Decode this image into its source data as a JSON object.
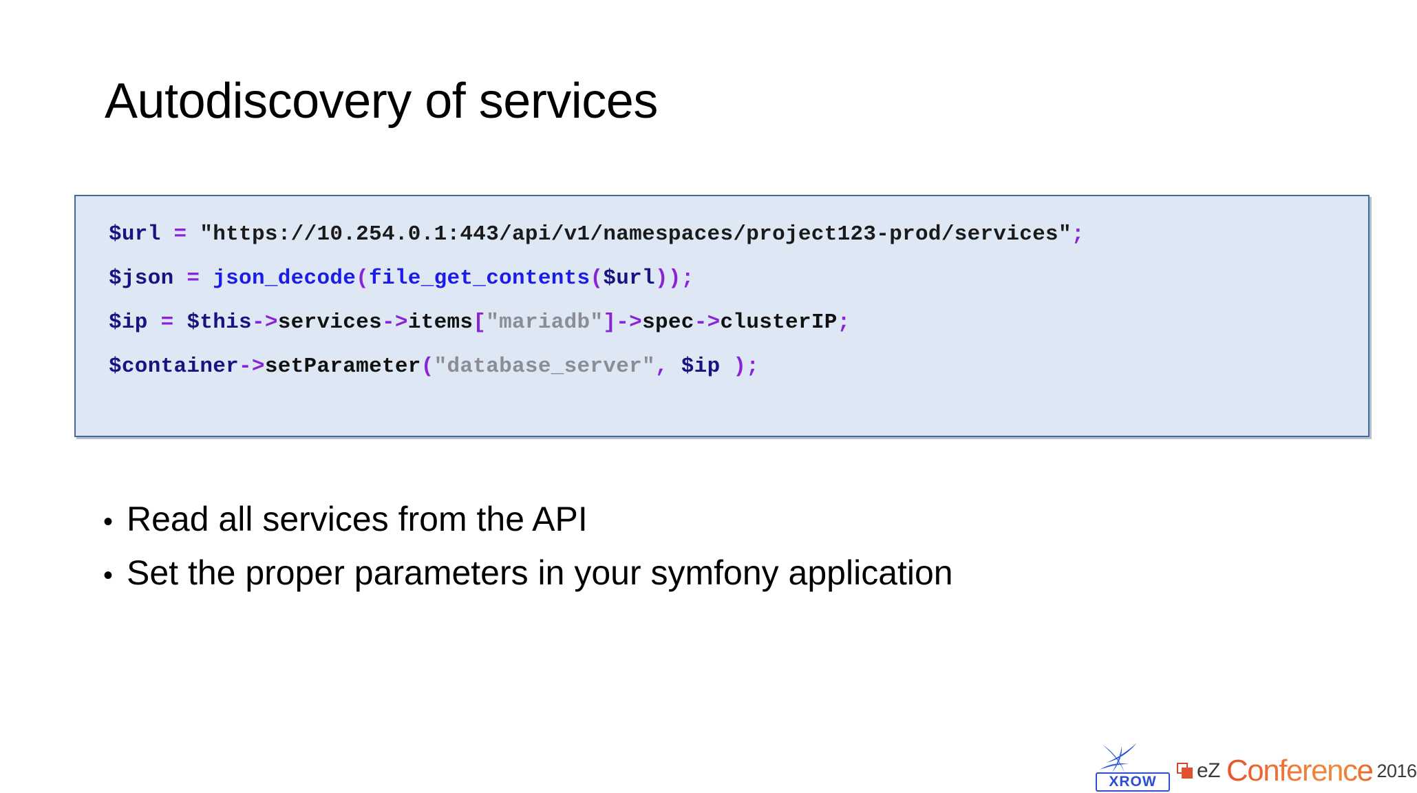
{
  "slide": {
    "title": "Autodiscovery of services",
    "background_color": "#ffffff"
  },
  "code_block": {
    "background_color": "#dee7f4",
    "border_color": "#46699a",
    "language": "php",
    "colors": {
      "variable": "#151580",
      "function": "#1c1ce8",
      "punctuation": "#8a22d8",
      "property": "#111111",
      "string": "#1a1a1a",
      "string_gray": "#8c8c94"
    },
    "lines": [
      {
        "text": "$url = \"https://10.254.0.1:443/api/v1/namespaces/project123-prod/services\";",
        "tokens": [
          {
            "t": "$url",
            "c": "tok-var"
          },
          {
            "t": " ",
            "c": "tok-prop"
          },
          {
            "t": "=",
            "c": "tok-punct"
          },
          {
            "t": " ",
            "c": "tok-prop"
          },
          {
            "t": "\"https://10.254.0.1:443/api/v1/namespaces/project123-prod/services\"",
            "c": "tok-str"
          },
          {
            "t": ";",
            "c": "tok-punct"
          }
        ]
      },
      {
        "text": "$json = json_decode(file_get_contents($url));",
        "tokens": [
          {
            "t": "$json",
            "c": "tok-var"
          },
          {
            "t": " ",
            "c": "tok-prop"
          },
          {
            "t": "=",
            "c": "tok-punct"
          },
          {
            "t": " ",
            "c": "tok-prop"
          },
          {
            "t": "json_decode",
            "c": "tok-fn"
          },
          {
            "t": "(",
            "c": "tok-punct"
          },
          {
            "t": "file_get_contents",
            "c": "tok-fn"
          },
          {
            "t": "(",
            "c": "tok-punct"
          },
          {
            "t": "$url",
            "c": "tok-var"
          },
          {
            "t": "));",
            "c": "tok-punct"
          }
        ]
      },
      {
        "text": "$ip = $this->services->items[\"mariadb\"]->spec->clusterIP;",
        "tokens": [
          {
            "t": "$ip",
            "c": "tok-var"
          },
          {
            "t": " ",
            "c": "tok-prop"
          },
          {
            "t": "=",
            "c": "tok-punct"
          },
          {
            "t": " ",
            "c": "tok-prop"
          },
          {
            "t": "$this",
            "c": "tok-var"
          },
          {
            "t": "->",
            "c": "tok-punct"
          },
          {
            "t": "services",
            "c": "tok-prop"
          },
          {
            "t": "->",
            "c": "tok-punct"
          },
          {
            "t": "items",
            "c": "tok-prop"
          },
          {
            "t": "[",
            "c": "tok-punct"
          },
          {
            "t": "\"mariadb\"",
            "c": "tok-strg"
          },
          {
            "t": "]",
            "c": "tok-punct"
          },
          {
            "t": "->",
            "c": "tok-punct"
          },
          {
            "t": "spec",
            "c": "tok-prop"
          },
          {
            "t": "->",
            "c": "tok-punct"
          },
          {
            "t": "clusterIP",
            "c": "tok-prop"
          },
          {
            "t": ";",
            "c": "tok-punct"
          }
        ]
      },
      {
        "text": "$container->setParameter(\"database_server\", $ip );",
        "tokens": [
          {
            "t": "$container",
            "c": "tok-var"
          },
          {
            "t": "->",
            "c": "tok-punct"
          },
          {
            "t": "setParameter",
            "c": "tok-prop"
          },
          {
            "t": "(",
            "c": "tok-punct"
          },
          {
            "t": "\"database_server\"",
            "c": "tok-strg"
          },
          {
            "t": ",",
            "c": "tok-punct"
          },
          {
            "t": " ",
            "c": "tok-prop"
          },
          {
            "t": "$ip",
            "c": "tok-var"
          },
          {
            "t": " ",
            "c": "tok-prop"
          },
          {
            "t": ");",
            "c": "tok-punct"
          }
        ]
      }
    ]
  },
  "bullets": {
    "marker": "•",
    "items": [
      {
        "label": "Read all services from the API"
      },
      {
        "label": "Set the proper parameters in your symfony application"
      }
    ]
  },
  "footer": {
    "xrow_logo": {
      "wordmark": "XROW",
      "color": "#2a4fd6"
    },
    "ez_conference_logo": {
      "brand": "eZ",
      "event": "Conference",
      "year": "2016",
      "accent_color": "#e8502a"
    }
  }
}
